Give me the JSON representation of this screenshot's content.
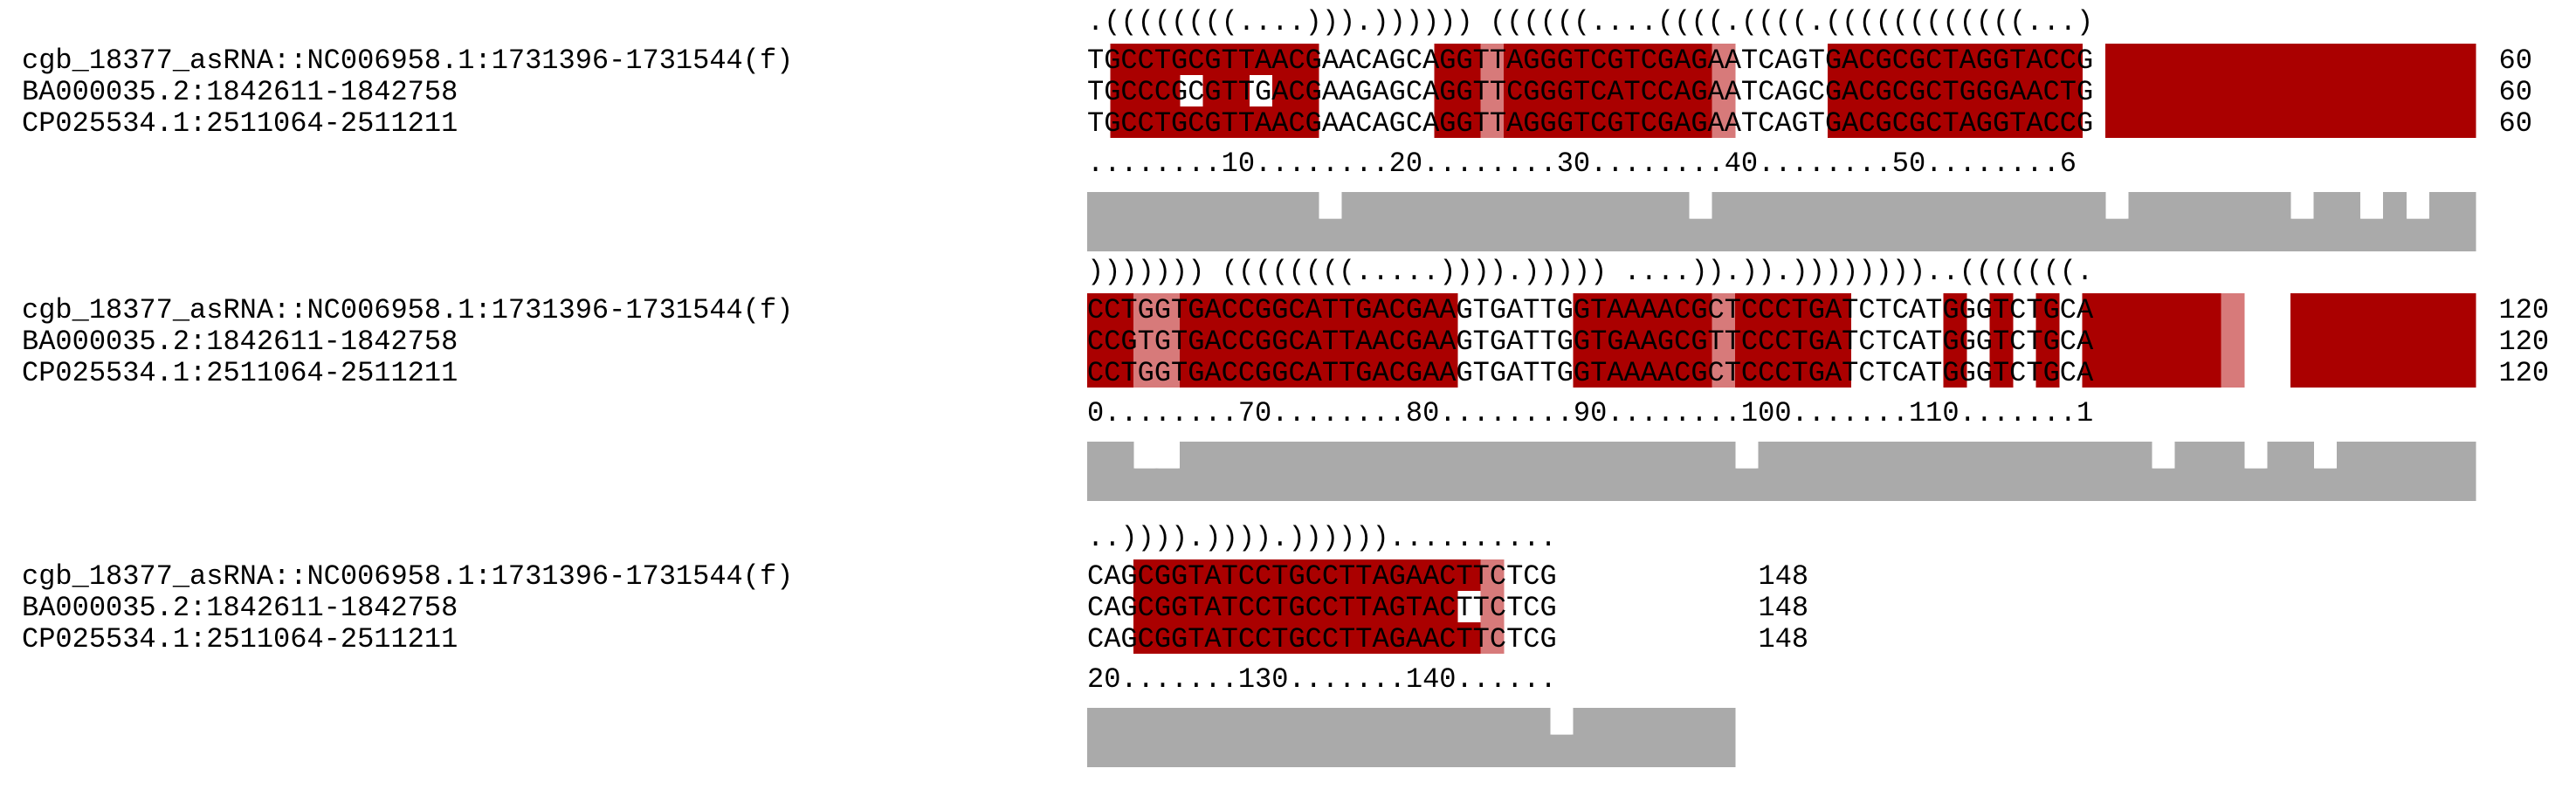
{
  "colors": {
    "fully_conserved_bg": "#aa0000",
    "partially_conserved_bg": "#d77a7a",
    "conservation_bar": "#aaaaaa",
    "text": "#000000"
  },
  "sequence_names": [
    "cgb_18377_asRNA::NC006958.1:1731396-1731544(f)",
    "BA000035.2:1842611-1842758",
    "CP025534.1:2511064-2511211"
  ],
  "blocks": [
    {
      "structure": ".((((((((....))).)))))) ((((((....((((.((((.((((((((((((...)",
      "sequences": [
        "TGCCTGCGTTAACGAACAGCAGGTTAGGGTCGTCGAGAATCAGTGACGCGCTAGGTACCG",
        "TGCCCGCGTTGACGAAGAGCAGGTTCGGGTCATCCAGAATCAGCGACGCGCTGGGAACTG",
        "TGCCTGCGTTAACGAACAGCAGGTTAGGGTCGTCGAGAATCAGTGACGCGCTAGGTACCG"
      ],
      "end_position": "60",
      "ruler": "........10........20........30........40........50........6",
      "conservation": [
        1,
        1,
        1,
        1,
        1,
        1,
        1,
        1,
        1,
        1,
        0,
        1,
        1,
        1,
        1,
        1,
        1,
        1,
        1,
        1,
        1,
        1,
        1,
        1,
        1,
        1,
        0,
        1,
        1,
        1,
        1,
        1,
        1,
        1,
        1,
        1,
        1,
        1,
        1,
        1,
        1,
        1,
        1,
        1,
        0,
        1,
        1,
        1,
        1,
        1,
        1,
        1,
        0,
        1,
        1,
        0,
        1,
        0,
        1,
        1
      ],
      "shade": [
        "0111111111000001121111111112000011111111111011111111111111112",
        "0111011011000001121111111112000011111111111011111111111111112",
        "0111111111000001121111111112000011111111111011111111111111112"
      ]
    },
    {
      "structure": "))))))) ((((((((.....)))).))))) ....)).)).))))))))..(((((((.",
      "sequences": [
        "CCTGGTGACCGGCATTGACGAAGTGATTGGTAAAACGCTCCCTGATCTCATGGGTCTGCA",
        "CCGTGTGACCGGCATTAACGAAGTGATTGGTGAAGCGTTCCCTGATCTCATGGGTCTGCA",
        "CCTGGTGACCGGCATTGACGAAGTGATTGGTAAAACGCTCCCTGATCTCATGGGTCTGCA"
      ],
      "end_position": "120",
      "ruler": "0........70........80........90........100.......110.......1",
      "conservation": [
        1,
        1,
        0,
        0,
        1,
        1,
        1,
        1,
        1,
        1,
        1,
        1,
        1,
        1,
        1,
        1,
        1,
        1,
        1,
        1,
        1,
        1,
        1,
        1,
        1,
        1,
        1,
        1,
        0,
        1,
        1,
        1,
        1,
        1,
        1,
        1,
        1,
        1,
        1,
        1,
        1,
        1,
        1,
        1,
        1,
        1,
        0,
        1,
        1,
        1,
        0,
        1,
        1,
        0,
        1,
        1,
        1,
        1,
        1,
        1
      ],
      "shade": [
        "1122111111111111000001111112111110000101010111111200111111110",
        "1122111111111111000001111112111110000101010111111200111111110",
        "1122111111111111000001111112111110000101010111111200111111110"
      ]
    },
    {
      "structure": "..)))).)))).))))))..........",
      "sequences": [
        "CAGCGGTATCCTGCCTTAGAACTTCTCG",
        "CAGCGGTATCCTGCCTTAGTACTTCTCG",
        "CAGCGGTATCCTGCCTTAGAACTTCTCG"
      ],
      "end_position": "148",
      "ruler": "20.......130.......140......",
      "conservation": [
        1,
        1,
        1,
        1,
        1,
        1,
        1,
        1,
        1,
        1,
        1,
        1,
        1,
        1,
        1,
        1,
        1,
        1,
        1,
        1,
        0,
        1,
        1,
        1,
        1,
        1,
        1,
        1
      ],
      "shade": [
        "0011111111111111120000000000",
        "0011111111111111020000000000",
        "0011111111111111120000000000"
      ]
    }
  ]
}
